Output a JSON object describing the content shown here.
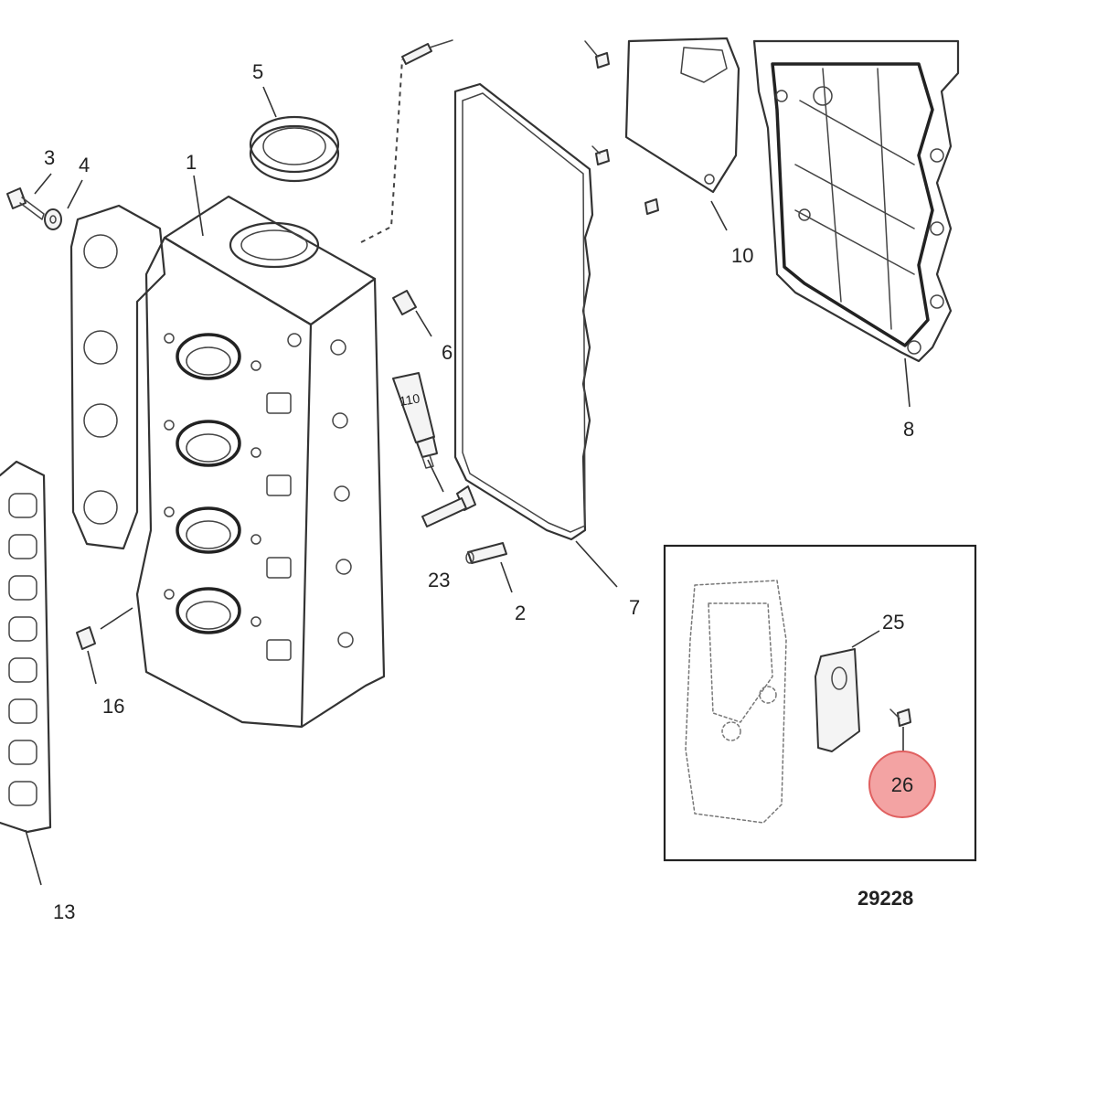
{
  "diagram": {
    "callouts": [
      {
        "id": "1",
        "label": "1"
      },
      {
        "id": "2",
        "label": "2"
      },
      {
        "id": "3",
        "label": "3"
      },
      {
        "id": "4",
        "label": "4"
      },
      {
        "id": "5",
        "label": "5"
      },
      {
        "id": "6",
        "label": "6"
      },
      {
        "id": "7",
        "label": "7"
      },
      {
        "id": "8",
        "label": "8"
      },
      {
        "id": "10",
        "label": "10"
      },
      {
        "id": "13",
        "label": "13"
      },
      {
        "id": "16",
        "label": "16"
      },
      {
        "id": "23",
        "label": "23"
      },
      {
        "id": "25",
        "label": "25"
      },
      {
        "id": "26",
        "label": "26"
      }
    ],
    "sealant_label": "110",
    "figure_number": "29228",
    "highlight_color": "#f3a3a3",
    "highlight_border": "#e06060",
    "highlighted_callout": "26"
  }
}
